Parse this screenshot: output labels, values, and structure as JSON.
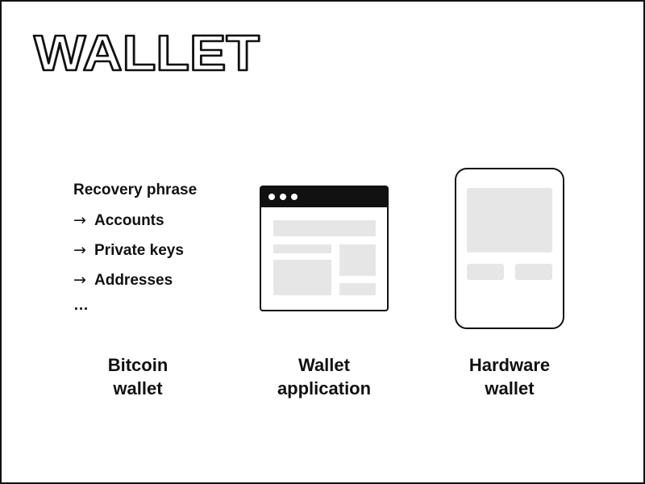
{
  "title": "WALLET",
  "bitcoin_wallet": {
    "list_heading": "Recovery phrase",
    "items": [
      {
        "arrow_icon": "arrow-right-icon",
        "label": "Accounts"
      },
      {
        "arrow_icon": "arrow-right-icon",
        "label": "Private keys"
      },
      {
        "arrow_icon": "arrow-right-icon",
        "label": "Addresses"
      }
    ],
    "more": "…",
    "caption_line1": "Bitcoin",
    "caption_line2": "wallet"
  },
  "wallet_application": {
    "icon": "browser-window-icon",
    "caption_line1": "Wallet",
    "caption_line2": "application"
  },
  "hardware_wallet": {
    "icon": "hardware-device-icon",
    "caption_line1": "Hardware",
    "caption_line2": "wallet"
  },
  "colors": {
    "ink": "#111111",
    "placeholder_gray": "#e6e6e6",
    "background": "#ffffff"
  }
}
